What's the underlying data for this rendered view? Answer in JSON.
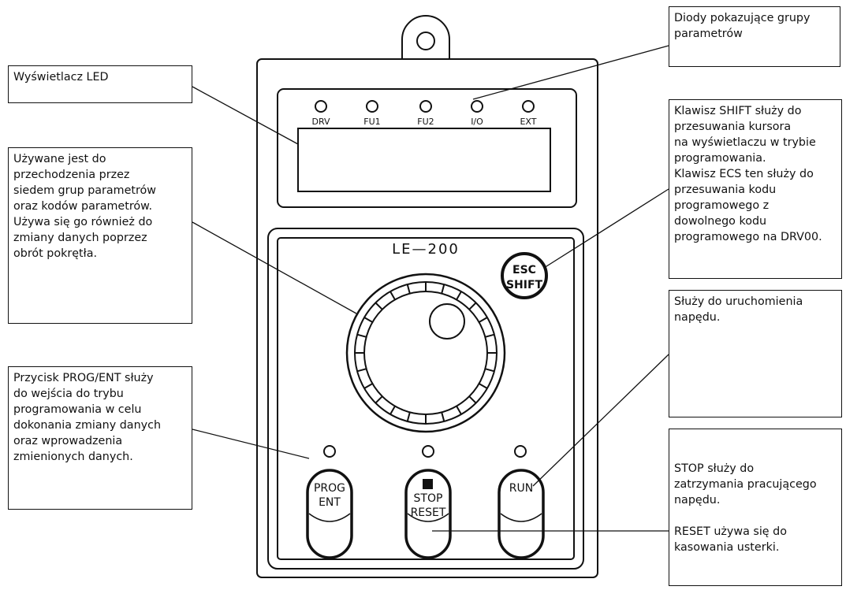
{
  "callouts": {
    "led_display": "Wyświetlacz LED",
    "led_groups": "Diody pokazujące grupy\nparametrów",
    "shift_esc": "Klawisz SHIFT służy do\nprzesuwania kursora\nna wyświetlaczu w trybie\nprogramowania.\nKlawisz ECS ten służy do\nprzesuwania kodu\nprogramowego z\ndowolnego kodu\nprogramowego na DRV00.",
    "knob": "Używane jest do\nprzechodzenia przez\nsiedem grup parametrów\noraz kodów parametrów.\nUżywa się go również do\nzmiany danych poprzez\nobrót pokrętła.",
    "run": "Służy do uruchomienia\nnapędu.",
    "prog_ent": "Przycisk PROG/ENT służy\ndo wejścia do trybu\nprogramowania w celu\ndokonania zmiany danych\noraz wprowadzenia\nzmienionych danych.",
    "stop_reset": "STOP służy do\nzatrzymania pracującego\nnapędu.\n\nRESET używa się do\nkasowania usterki."
  },
  "device": {
    "model": "LE—200",
    "led_labels": [
      "DRV",
      "FU1",
      "FU2",
      "I/O",
      "EXT"
    ],
    "esc_label": "ESC",
    "shift_label": "SHIFT",
    "prog_label": "PROG",
    "ent_label": "ENT",
    "stop_label": "STOP",
    "reset_label": "RESET",
    "run_label": "RUN"
  }
}
